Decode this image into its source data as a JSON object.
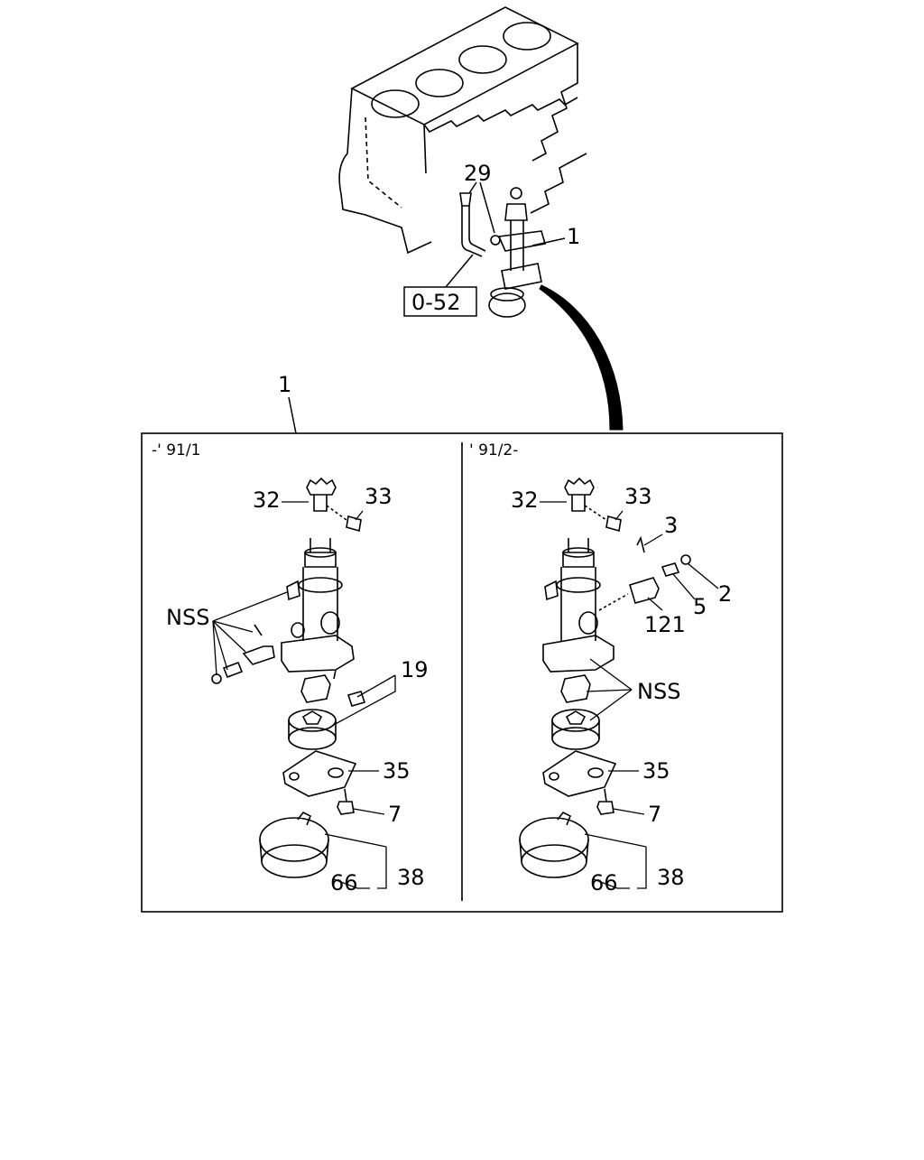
{
  "overview": {
    "labels": {
      "pump": "1",
      "bolt": "29",
      "ref_page": "0-52"
    }
  },
  "detail": {
    "callout": "1",
    "panels": [
      {
        "header": "-' 91/1",
        "labels": {
          "gear": "32",
          "pin": "33",
          "nss": "NSS",
          "rotor_set": "19",
          "cover": "35",
          "bolt": "7",
          "strainer": "38",
          "gasket": "66"
        }
      },
      {
        "header": "' 91/2-",
        "labels": {
          "gear": "32",
          "pin": "33",
          "cotter_pin": "3",
          "washer": "2",
          "spring": "5",
          "plunger": "121",
          "nss": "NSS",
          "cover": "35",
          "bolt": "7",
          "strainer": "38",
          "gasket": "66"
        }
      }
    ]
  }
}
